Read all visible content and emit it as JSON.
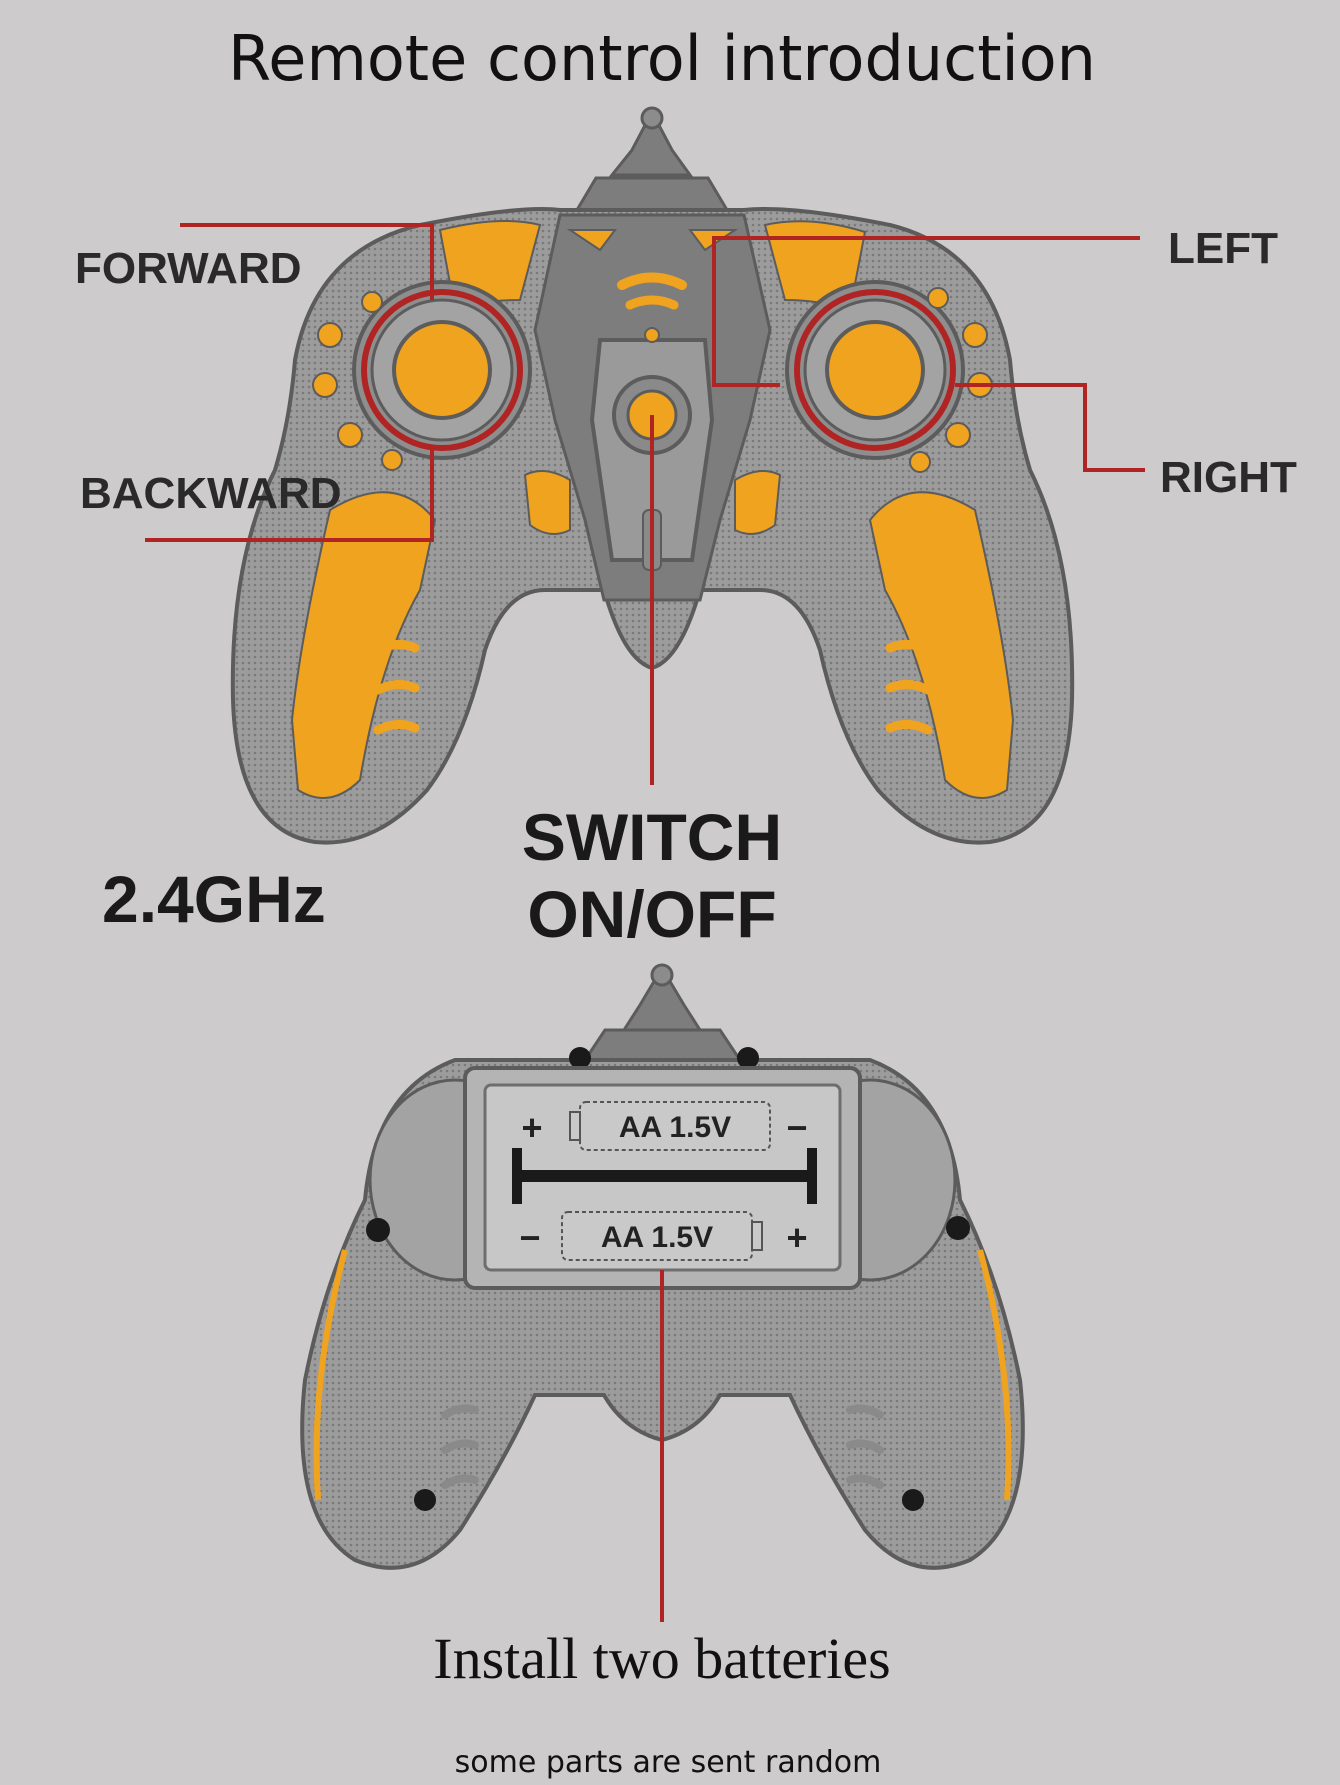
{
  "title": "Remote control introduction",
  "labels": {
    "forward": "FORWARD",
    "backward": "BACKWARD",
    "left": "LEFT",
    "right": "RIGHT",
    "frequency": "2.4GHz",
    "switch_line1": "SWITCH",
    "switch_line2": "ON/OFF"
  },
  "battery": {
    "top_label": "AA 1.5V",
    "bottom_label": "AA 1.5V",
    "top_plus": "+",
    "top_minus": "−",
    "bottom_minus": "−",
    "bottom_plus": "+"
  },
  "install_caption": "Install two batteries",
  "footnote": "some parts are sent random",
  "colors": {
    "background": "#cdcbcc",
    "body_gray": "#9a9a9a",
    "accent_orange": "#f0a31f",
    "callout_red": "#b02424"
  }
}
